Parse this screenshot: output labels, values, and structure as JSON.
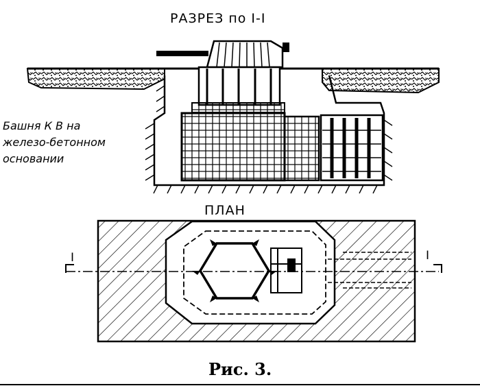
{
  "section": {
    "title": "РАЗРЕЗ по I-I"
  },
  "tower_label": {
    "line1": "Башня К В на",
    "line2": "железо-бетонном",
    "line3": "основании"
  },
  "plan": {
    "title": "ПЛАН"
  },
  "cut_marks": {
    "left": "I",
    "right": "I"
  },
  "caption": "Рис. 3."
}
